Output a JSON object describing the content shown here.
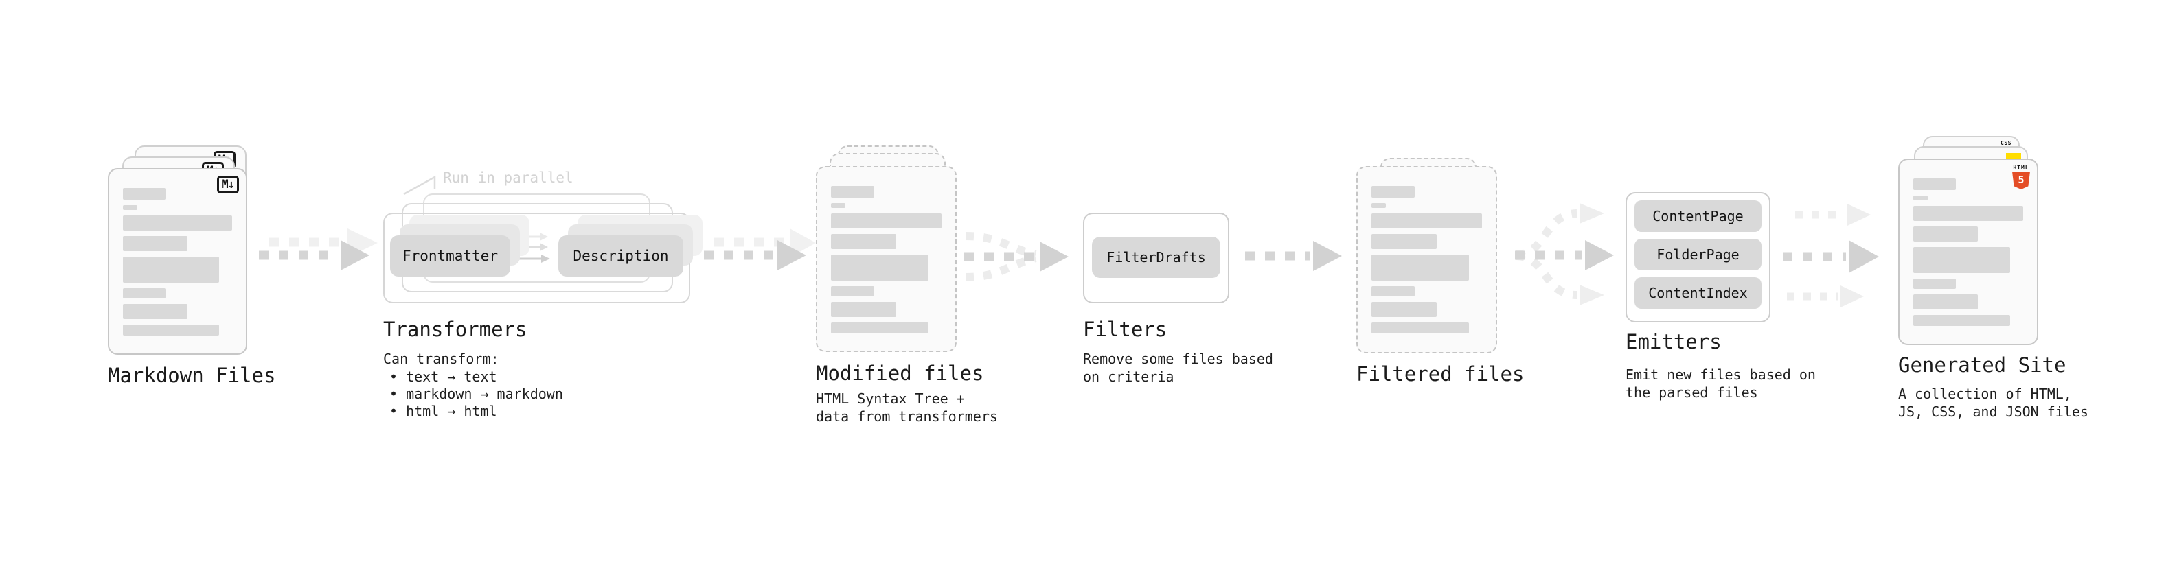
{
  "colors": {
    "html5_orange": "#e44d26",
    "css_blue": "#2e6ef2",
    "js_yellow": "#ffdd00"
  },
  "stages": {
    "markdown_files": {
      "label": "Markdown Files",
      "badge": "M↓"
    },
    "transformers": {
      "label": "Transformers",
      "note": "Run in parallel",
      "pill_left": "Frontmatter",
      "pill_right": "Description",
      "caption_title": "Can transform:",
      "bullets": [
        "• text → text",
        "• markdown → markdown",
        "• html → html"
      ]
    },
    "modified_files": {
      "label": "Modified files",
      "caption": [
        "HTML Syntax Tree +",
        "data from transformers"
      ]
    },
    "filters": {
      "label": "Filters",
      "pill": "FilterDrafts",
      "caption": [
        "Remove some files based",
        "on criteria"
      ]
    },
    "filtered_files": {
      "label": "Filtered files"
    },
    "emitters": {
      "label": "Emitters",
      "pills": [
        "ContentPage",
        "FolderPage",
        "ContentIndex"
      ],
      "caption": [
        "Emit new files based on",
        "the parsed files"
      ]
    },
    "generated_site": {
      "label": "Generated Site",
      "caption": [
        "A collection of HTML,",
        "JS, CSS, and JSON files"
      ],
      "badge_css": "CSS",
      "badge_html_text": "HTML",
      "badge_html_number": "5"
    }
  }
}
